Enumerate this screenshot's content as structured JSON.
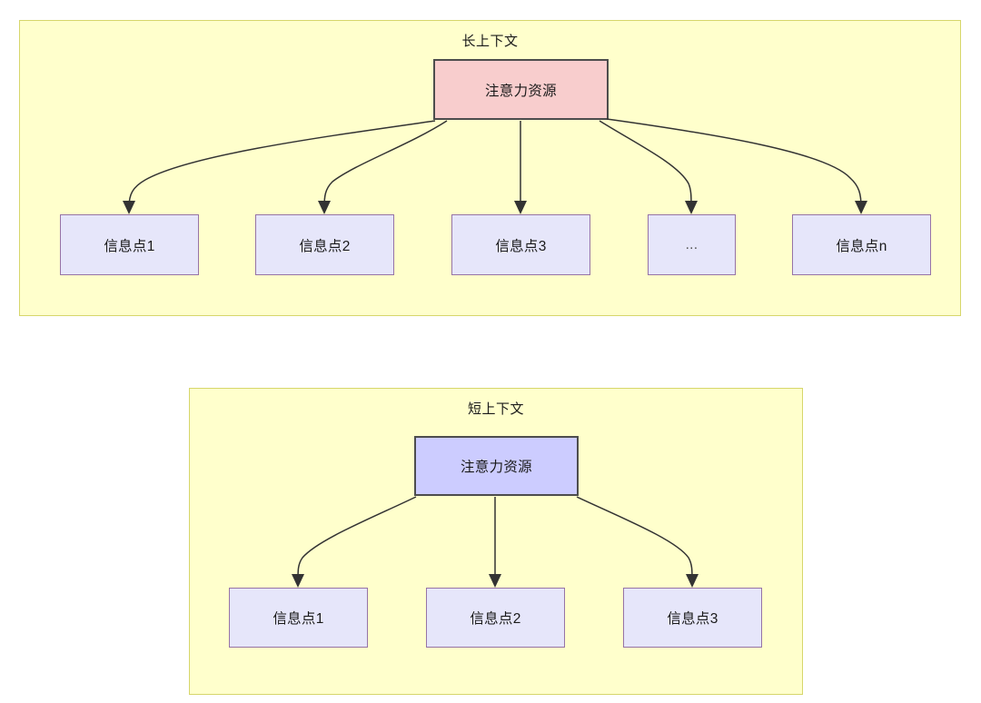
{
  "diagram": {
    "type": "hierarchy-comparison",
    "background_color": "#ffffff",
    "groups": [
      {
        "id": "long-context",
        "title": "长上下文",
        "fill": "#ffffcc",
        "border": "#d6d66b",
        "root": {
          "label": "注意力资源",
          "fill": "#f8cdcd",
          "border": "#4d4d4d"
        },
        "leaves": [
          {
            "label": "信息点1",
            "fill": "#e6e6fa",
            "border": "#9673a6"
          },
          {
            "label": "信息点2",
            "fill": "#e6e6fa",
            "border": "#9673a6"
          },
          {
            "label": "信息点3",
            "fill": "#e6e6fa",
            "border": "#9673a6"
          },
          {
            "label": "...",
            "fill": "#e6e6fa",
            "border": "#9673a6"
          },
          {
            "label": "信息点n",
            "fill": "#e6e6fa",
            "border": "#9673a6"
          }
        ]
      },
      {
        "id": "short-context",
        "title": "短上下文",
        "fill": "#ffffcc",
        "border": "#d6d66b",
        "root": {
          "label": "注意力资源",
          "fill": "#ccccff",
          "border": "#4d4d4d"
        },
        "leaves": [
          {
            "label": "信息点1",
            "fill": "#e6e6fa",
            "border": "#9673a6"
          },
          {
            "label": "信息点2",
            "fill": "#e6e6fa",
            "border": "#9673a6"
          },
          {
            "label": "信息点3",
            "fill": "#e6e6fa",
            "border": "#9673a6"
          }
        ]
      }
    ],
    "edge_color": "#333333"
  }
}
